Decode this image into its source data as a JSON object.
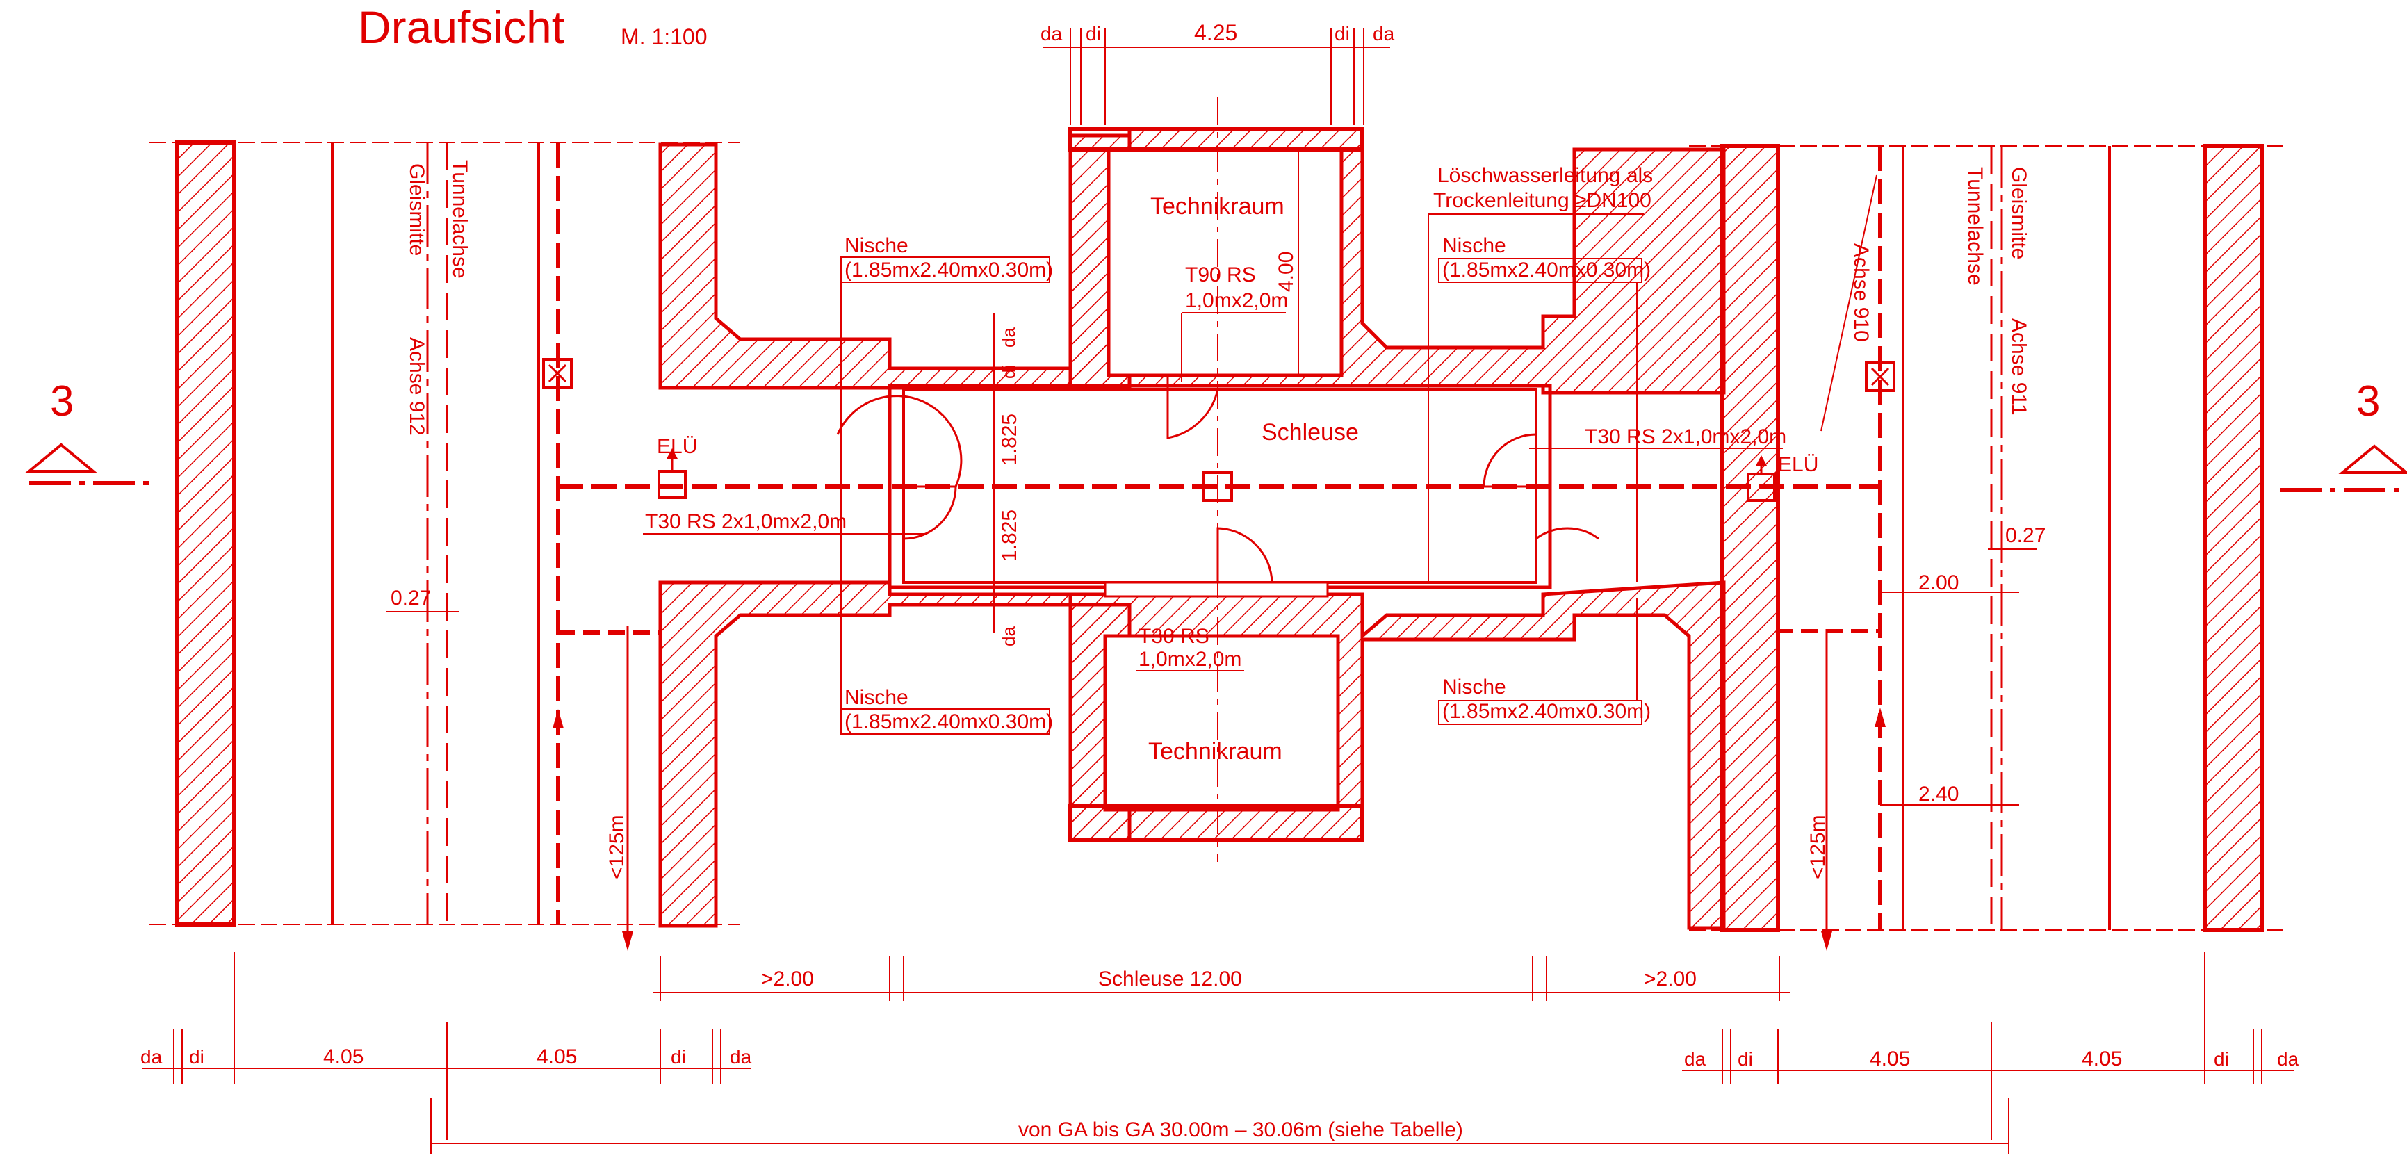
{
  "colors": {
    "ink": "#e00000",
    "paper": "#ffffff"
  },
  "header": {
    "title": "Draufsicht",
    "scale": "M. 1:100"
  },
  "section_marker": {
    "number": "3"
  },
  "rooms": {
    "technikraum_top": "Technikraum",
    "technikraum_bottom": "Technikraum",
    "schleuse": "Schleuse"
  },
  "doors": {
    "t90_line1": "T90 RS",
    "t90_line2": "1,0mx2,0m",
    "t30_bottom_line1": "T30 RS",
    "t30_bottom_line2": "1,0mx2,0m",
    "t30_left": "T30 RS 2x1,0mx2,0m",
    "t30_right": "T30 RS 2x1,0mx2,0m"
  },
  "niches": {
    "label": "Nische",
    "size": "(1.85mx2.40mx0.30m)"
  },
  "pipe_note": {
    "line1": "Löschwasserleitung als",
    "line2": "Trockenleitung ≥DN100"
  },
  "elu_label": "ELÜ",
  "axes": {
    "tunnelachse": "Tunnelachse",
    "gleismitte": "Gleismitte",
    "achse_912": "Achse 912",
    "achse_911": "Achse 911",
    "achse_910": "Achse 910"
  },
  "dimensions": {
    "da": "da",
    "di": "di",
    "d_425": "4.25",
    "d_400": "4.00",
    "d_1825": "1.825",
    "d_027": "0.27",
    "d_200": "2.00",
    "d_240": "2.40",
    "d_405": "4.05",
    "d_gt200": ">2.00",
    "schleuse_12": "Schleuse 12.00",
    "lt125": "<125m",
    "ga_span": "von GA bis GA 30.00m – 30.06m (siehe Tabelle)"
  }
}
